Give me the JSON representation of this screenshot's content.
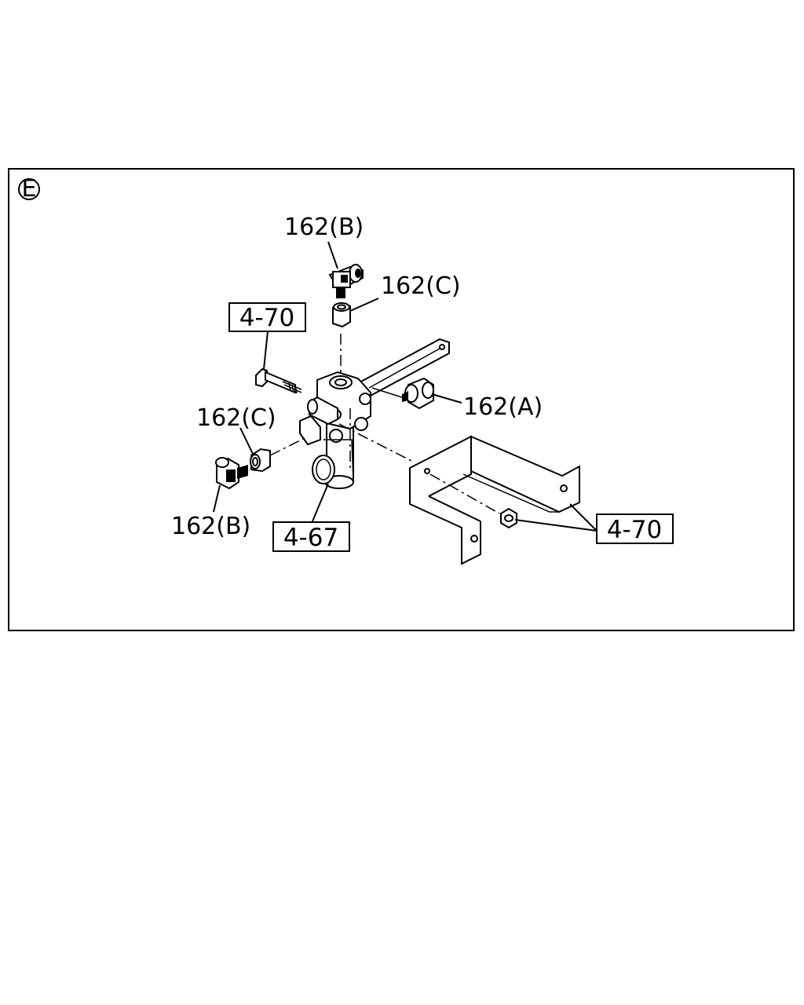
{
  "view_marker": "E",
  "callouts": {
    "top_elbow": "162(B)",
    "top_nut": "162(C)",
    "side_connector": "162(A)",
    "left_nut": "162(C)",
    "left_elbow": "162(B)",
    "bolt_ref": "4-70",
    "valve_ref": "4-67",
    "bracket_ref": "4-70"
  }
}
